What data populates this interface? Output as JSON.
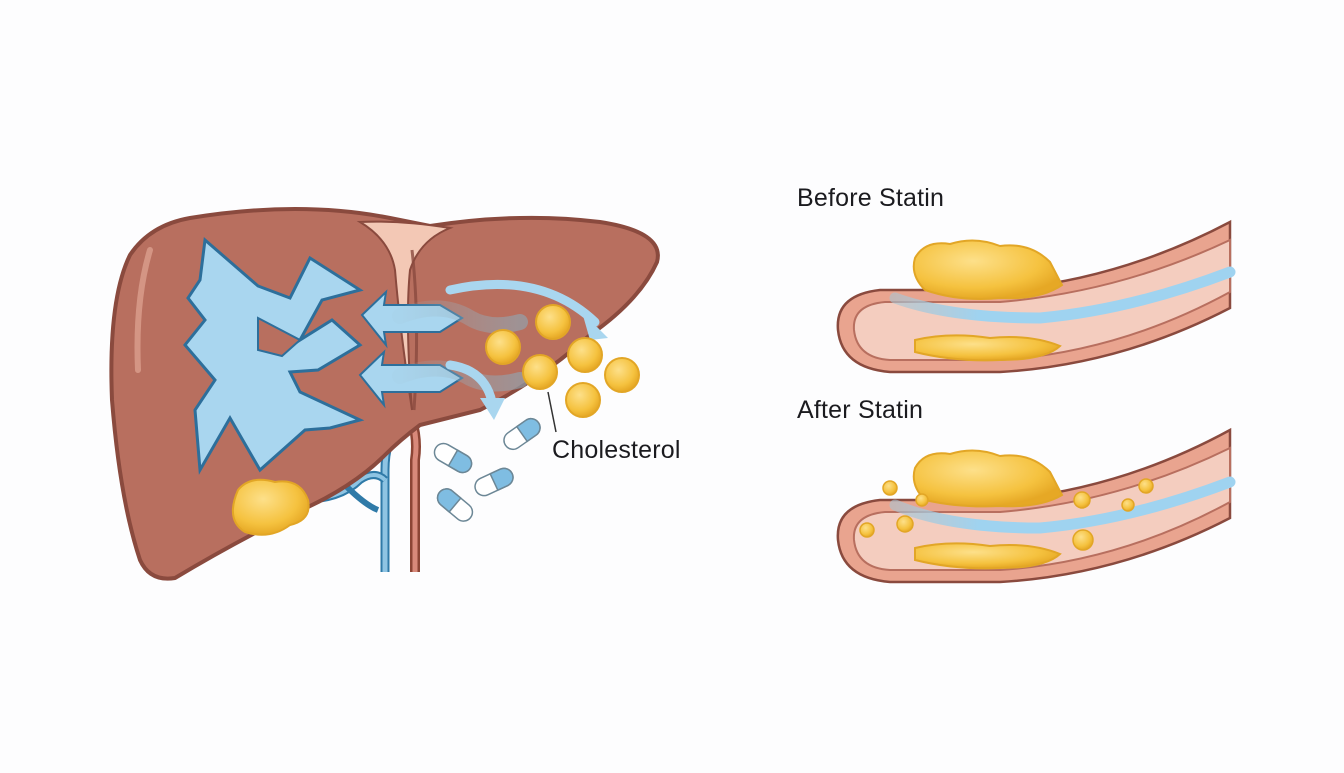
{
  "labels": {
    "cholesterol": "Cholesterol",
    "before_statin": "Before Statin",
    "after_statin": "After Statin"
  },
  "colors": {
    "liver": "#b86f5f",
    "liver_outline": "#8a4a3e",
    "blue_region": "#a9d6ef",
    "cholesterol": "#f6c94a",
    "artery_wall": "#e9a48f",
    "artery_lumen": "#f4cdbf",
    "blood_flow": "#9fd3f0"
  },
  "icons": [
    "liver-illustration",
    "statin-pill-icon",
    "cholesterol-particle-icon",
    "artery-cross-section"
  ]
}
